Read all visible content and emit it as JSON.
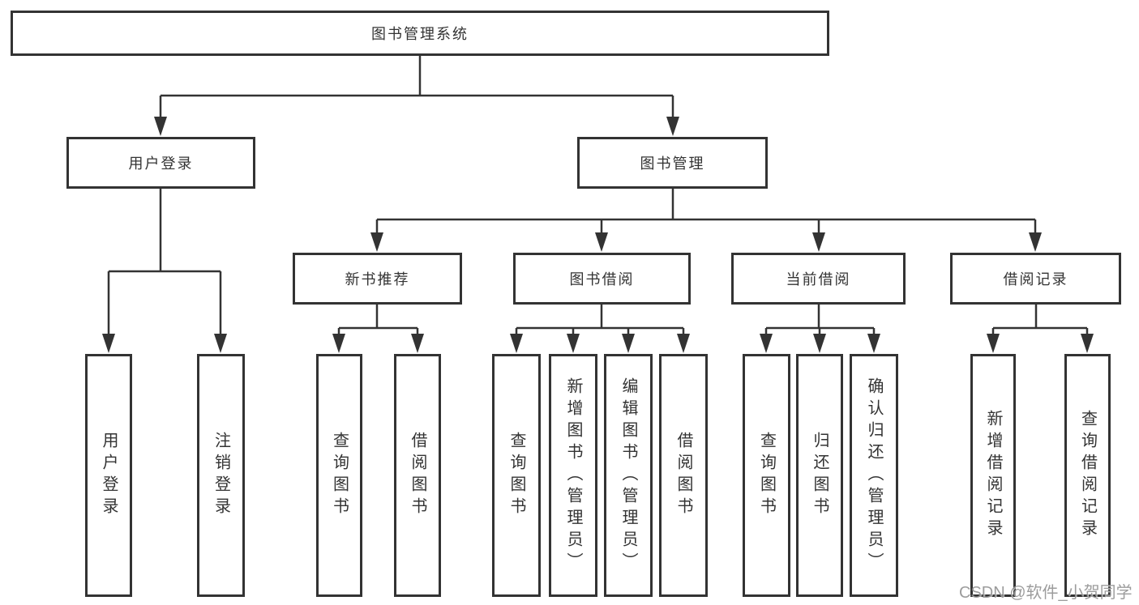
{
  "nodes": {
    "root": "图书管理系统",
    "user_login": "用户登录",
    "book_management": "图书管理",
    "new_book_recommend": "新书推荐",
    "book_borrowing": "图书借阅",
    "current_borrowing": "当前借阅",
    "borrowing_records": "借阅记录",
    "user_login_leaf": "用户登录",
    "logout_leaf": "注销登录",
    "nb_query_books": "查询图书",
    "nb_borrow_books": "借阅图书",
    "bb_query_books": "查询图书",
    "bb_add_books": "新增图书（管理员）",
    "bb_edit_books": "编辑图书（管理员）",
    "bb_borrow_books": "借阅图书",
    "cb_query_books": "查询图书",
    "cb_return_books": "归还图书",
    "cb_confirm_return": "确认归还（管理员）",
    "br_add_record": "新增借阅记录",
    "br_query_record": "查询借阅记录"
  },
  "colors": {
    "line": "#333333",
    "box_border": "#333333",
    "text": "#333333",
    "watermark": "#949494"
  },
  "watermark": "CSDN @软件_小贺同学"
}
